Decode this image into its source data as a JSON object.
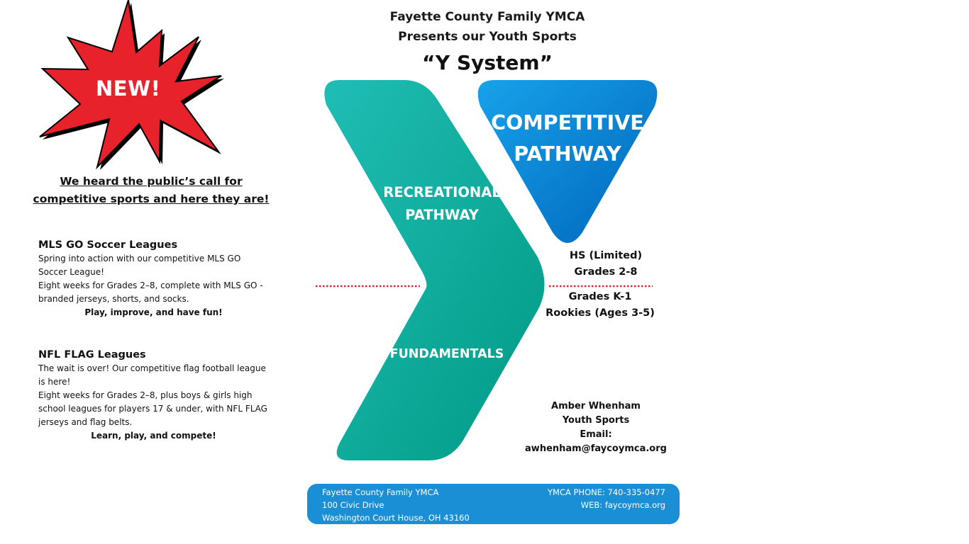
{
  "header": {
    "org": "Fayette County Family YMCA",
    "presents": "Presents our Youth Sports",
    "title": "“Y System”"
  },
  "badge": {
    "text": "NEW!"
  },
  "colors": {
    "burst_red": "#e8222a",
    "teal": "#16a99c",
    "blue": "#0b7fd0",
    "footer_blue": "#1b8fd6",
    "divider_red": "#e0202a"
  },
  "announcement": {
    "line1": "We heard the public’s call for",
    "line2": "competitive sports and here they are!"
  },
  "soccer": {
    "heading": "MLS GO Soccer Leagues",
    "p1": "Spring into action with our competitive MLS GO Soccer League!",
    "p2": "Eight weeks for Grades 2–8, complete with MLS GO - branded jerseys, shorts, and socks.",
    "tagline": "Play, improve, and have fun!"
  },
  "flag": {
    "heading": "NFL FLAG Leagues",
    "p1": "The wait is over! Our competitive flag football league is here!",
    "p2": "Eight weeks for Grades 2–8, plus boys & girls high school leagues for players 17 & under, with NFL FLAG jerseys and flag belts.",
    "tagline": "Learn, play, and compete!"
  },
  "ysystem": {
    "competitive_1": "COMPETITIVE",
    "competitive_2": "PATHWAY",
    "recreational_1": "RECREATIONAL",
    "recreational_2": "PATHWAY",
    "fundamentals": "FUNDAMENTALS"
  },
  "levels": {
    "upper_1": "HS (Limited)",
    "upper_2": "Grades 2-8",
    "lower_1": "Grades K-1",
    "lower_2": "Rookies (Ages 3-5)"
  },
  "contact": {
    "name": "Amber Whenham",
    "role": "Youth Sports",
    "email_label": "Email:",
    "email": "awhenham@faycoymca.org"
  },
  "footer": {
    "org": "Fayette County Family YMCA",
    "street": "100 Civic Drive",
    "city": "Washington Court House, OH 43160",
    "phone": "YMCA PHONE: 740-335-0477",
    "web": "WEB: faycoymca.org"
  }
}
